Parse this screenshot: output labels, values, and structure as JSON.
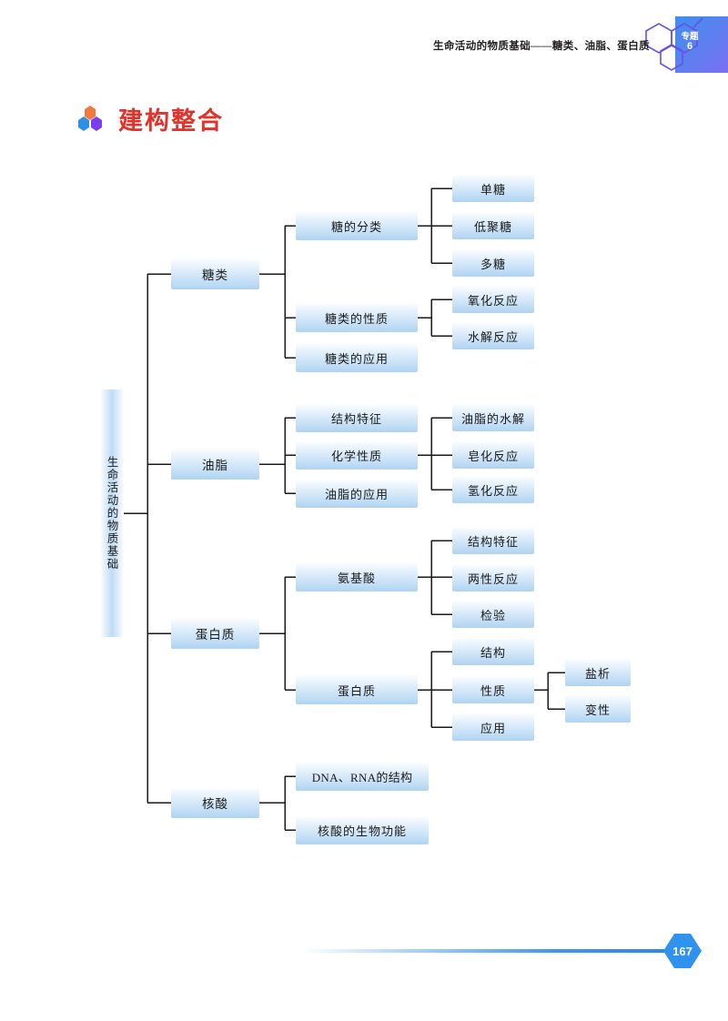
{
  "header": {
    "running_title": "生命活动的物质基础——糖类、油脂、蛋白质",
    "topic_label": "专题",
    "topic_number": "6",
    "corner_gradient_from": "#3f8ef0",
    "corner_gradient_to": "#7a6ef2",
    "hex_outline_color": "#6b4fe0"
  },
  "section": {
    "title": "建构整合",
    "title_color": "#e0332c",
    "hex_colors": [
      "#f07a3c",
      "#2f8fe0",
      "#7b3df0"
    ]
  },
  "footer": {
    "page_number": "167",
    "hex_color": "#2f92ef",
    "rule_color": "#3f97f0"
  },
  "diagram": {
    "type": "tree-mindmap",
    "node_fill_top": "#fdfeff",
    "node_fill_bottom": "#aed3f2",
    "connector_color": "#1a1a1a",
    "root": {
      "label": "生命活动的物质基础",
      "orientation": "vertical"
    },
    "nodes": {
      "n_tanglei": "糖类",
      "n_tangdefenlei": "糖的分类",
      "n_dantang": "单糖",
      "n_dijutang": "低聚糖",
      "n_duotang": "多糖",
      "n_tangleidexingzhi": "糖类的性质",
      "n_yanghuafanying": "氧化反应",
      "n_shuijiefanying": "水解反应",
      "n_tangleideyingyong": "糖类的应用",
      "n_youzhi": "油脂",
      "n_jiegoutezheng1": "结构特征",
      "n_huaxuexingzhi": "化学性质",
      "n_youzhideyingyong": "油脂的应用",
      "n_youzhideshuijie": "油脂的水解",
      "n_zaohuafanying": "皂化反应",
      "n_qinghuafanying": "氢化反应",
      "n_danbaizhi": "蛋白质",
      "n_anjisuan": "氨基酸",
      "n_jiegoutezheng2": "结构特征",
      "n_liangxingfanying": "两性反应",
      "n_jianyan": "检验",
      "n_danbaizhi2": "蛋白质",
      "n_jiegou": "结构",
      "n_xingzhi": "性质",
      "n_yingyong": "应用",
      "n_yanxi": "盐析",
      "n_bianxing": "变性",
      "n_hesuan": "核酸",
      "n_dna_rna": "DNA、RNA的结构",
      "n_hesuandeshengwugongneng": "核酸的生物功能"
    }
  }
}
